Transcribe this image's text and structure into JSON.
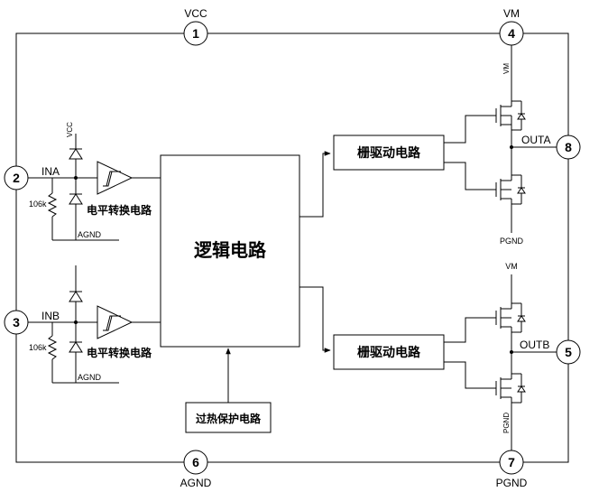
{
  "pins": {
    "p1": {
      "num": "1",
      "name": "VCC"
    },
    "p2": {
      "num": "2",
      "name": "INA"
    },
    "p3": {
      "num": "3",
      "name": "INB"
    },
    "p4": {
      "num": "4",
      "name": "VM"
    },
    "p5": {
      "num": "5",
      "name": "OUTB"
    },
    "p6": {
      "num": "6",
      "name": "AGND"
    },
    "p7": {
      "num": "7",
      "name": "PGND"
    },
    "p8": {
      "num": "8",
      "name": "OUTA"
    }
  },
  "blocks": {
    "logic": "逻辑电路",
    "gate_driver_a": "栅驱动电路",
    "gate_driver_b": "栅驱动电路",
    "thermal": "过热保护电路",
    "level_shift_a": "电平转换电路",
    "level_shift_b": "电平转换电路"
  },
  "labels": {
    "vcc_small": "VCC",
    "resistor_a": "106k",
    "resistor_b": "106k",
    "agnd_a": "AGND",
    "agnd_b": "AGND",
    "vm_a": "VM",
    "vm_b": "VM",
    "pgnd_a": "PGND",
    "pgnd_b": "PGND"
  }
}
